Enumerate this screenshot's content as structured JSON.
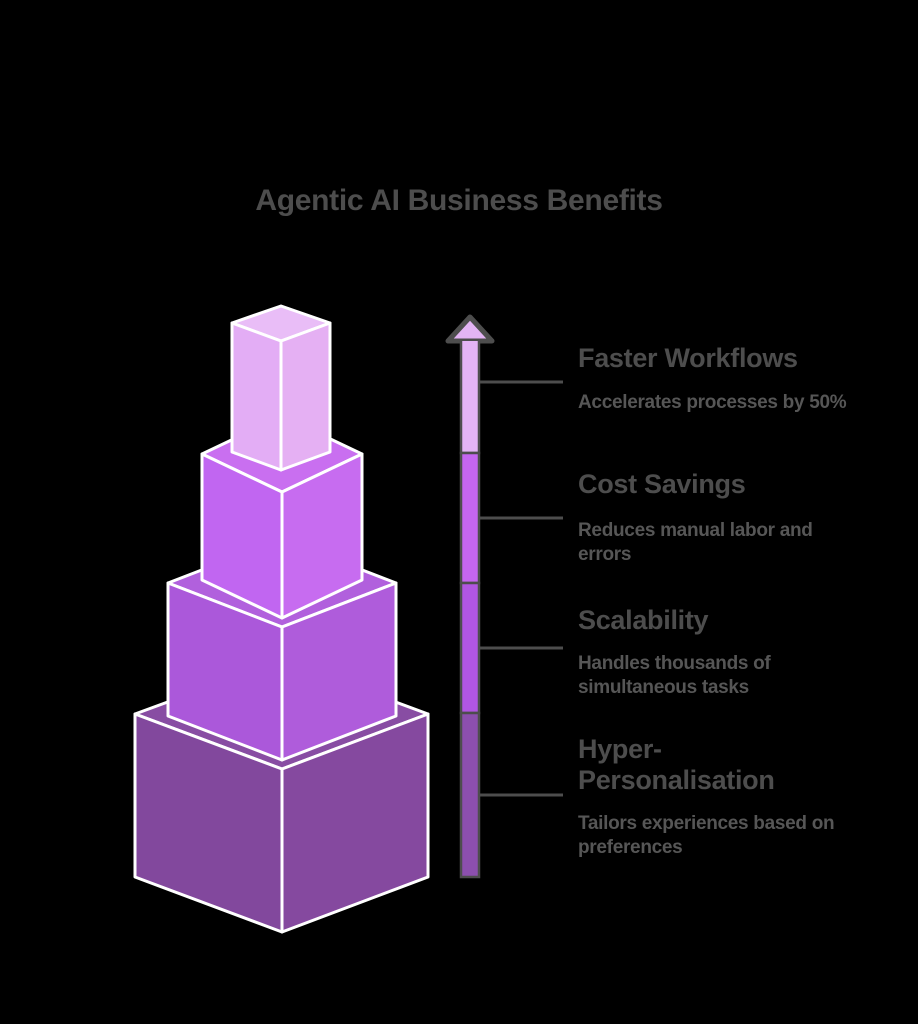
{
  "title": "Agentic AI Business Benefits",
  "benefits": [
    {
      "heading": "Faster Workflows",
      "description": "Accelerates processes by 50%"
    },
    {
      "heading": "Cost Savings",
      "description": "Reduces manual labor and errors"
    },
    {
      "heading": "Scalability",
      "description": "Handles thousands of simultaneous tasks"
    },
    {
      "heading": "Hyper-Personalisation",
      "description": "Tailors experiences based on preferences"
    }
  ],
  "pyramid": {
    "levels_top_to_bottom": [
      "Faster Workflows",
      "Cost Savings",
      "Scalability",
      "Hyper-Personalisation"
    ]
  },
  "colors": {
    "background": "#000000",
    "outline_white": "#ffffff",
    "outline_gray": "#4d4d4d",
    "title_text": "#4d4d4d",
    "heading_text": "#4d4d4d",
    "description_text": "#565656",
    "level1_left": "#e3adf5",
    "level1_right": "#e5b0f3",
    "level1_top": "#e9bdf7",
    "level2_left": "#c166f1",
    "level2_right": "#c76cf0",
    "level2_top": "#c96ff0",
    "level3_left": "#ab58da",
    "level3_right": "#af5cdb",
    "level3_top": "#b160dd",
    "level4_left": "#82489d",
    "level4_right": "#85499f",
    "level4_top": "#884da3",
    "arrow_seg1": "#e3b4f4",
    "arrow_seg2": "#c566f0",
    "arrow_seg3": "#b156e2",
    "arrow_seg4": "#8c4fae"
  }
}
